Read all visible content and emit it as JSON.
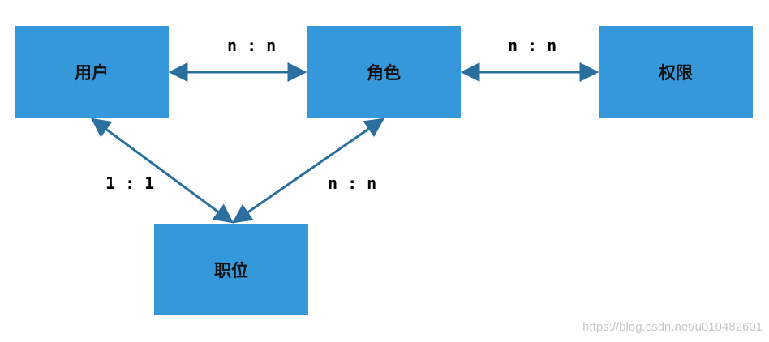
{
  "nodes": {
    "user": "用户",
    "role": "角色",
    "permission": "权限",
    "position": "职位"
  },
  "relations": {
    "user_role": "n : n",
    "role_permission": "n : n",
    "user_position": "1 : 1",
    "role_position": "n : n"
  },
  "colors": {
    "node_fill": "#3498db",
    "arrow": "#2a6f9e"
  },
  "watermark": "https://blog.csdn.net/u010482601"
}
